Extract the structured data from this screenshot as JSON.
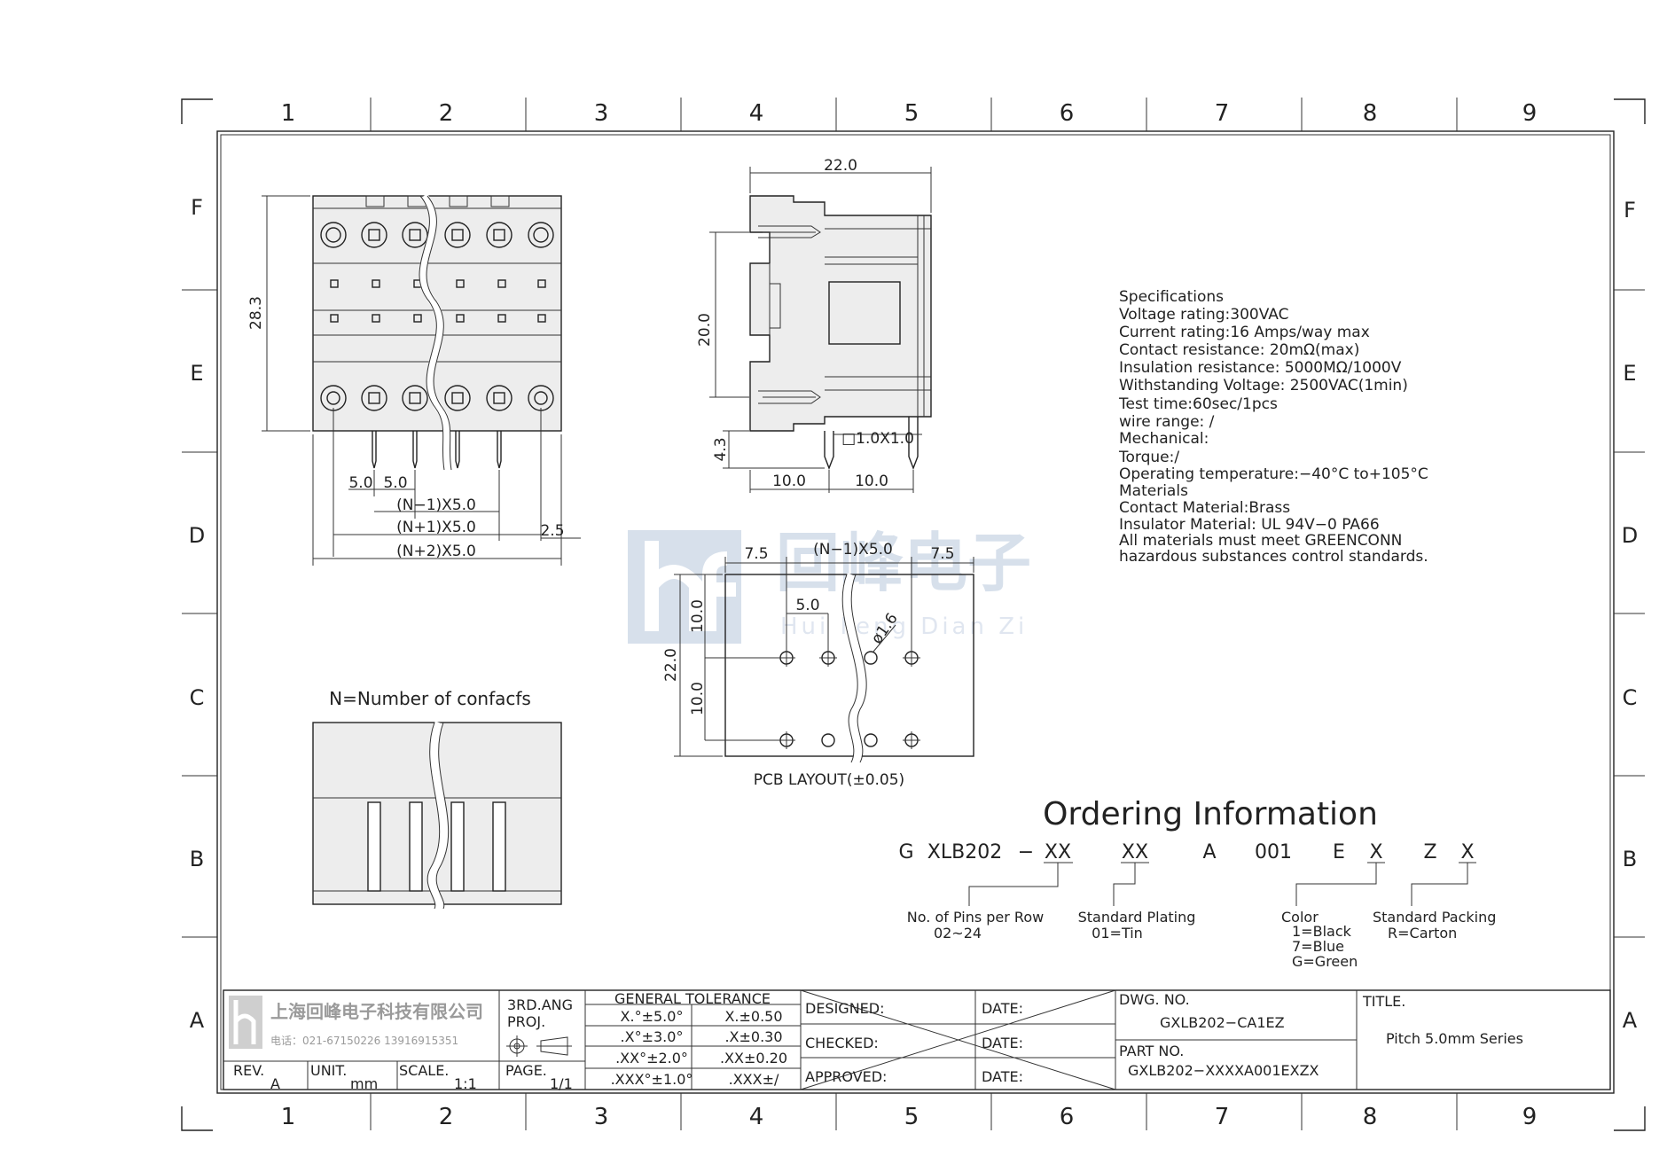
{
  "frame": {
    "columns": [
      "1",
      "2",
      "3",
      "4",
      "5",
      "6",
      "7",
      "8",
      "9"
    ],
    "rows": [
      "F",
      "E",
      "D",
      "C",
      "B",
      "A"
    ]
  },
  "watermark": {
    "company_cn": "回峰电子",
    "company_pinyin": "Hui Feng Dian Zi",
    "logo_text": "hf"
  },
  "front_view": {
    "height": "28.3",
    "pitch_a": "5.0",
    "pitch_b": "5.0",
    "n_minus_1": "(N−1)X5.0",
    "n_plus_1": "(N+1)X5.0",
    "n_plus_2": "(N+2)X5.0",
    "offset": "2.5"
  },
  "side_view": {
    "width": "22.0",
    "height": "20.0",
    "pin_len": "4.3",
    "pin_size": "□1.0X1.0",
    "spacing_a": "10.0",
    "spacing_b": "10.0"
  },
  "pcb": {
    "left_margin": "7.5",
    "span": "(N−1)X5.0",
    "right_margin": "7.5",
    "pitch": "5.0",
    "hole": "ø1.6",
    "height_total": "22.0",
    "row_a": "10.0",
    "row_b": "10.0",
    "caption": "PCB LAYOUT(±0.05)"
  },
  "bottom_view": {
    "note": "N=Number of confacfs"
  },
  "specs": [
    "Specifications",
    "Voltage rating:300VAC",
    "Current rating:16 Amps/way max",
    "Contact resistance: 20mΩ(max)",
    "Insulation resistance: 5000MΩ/1000V",
    "Withstanding Voltage: 2500VAC(1min)",
    "Test time:60sec/1pcs",
    "wire range: /",
    "Mechanical:",
    "Torque:/",
    "Operating temperature:−40°C to+105°C",
    "Materials",
    "Contact Material:Brass",
    "Insulator Material: UL 94V−0 PA66",
    "All materials must meet GREENCONN",
    "hazardous substances control standards."
  ],
  "ordering": {
    "title": "Ordering Information",
    "code_parts": [
      "G",
      "XLB202",
      "−",
      "XX",
      "XX",
      "A",
      "001",
      "E",
      "X",
      "Z",
      "X"
    ],
    "pins_label": "No. of Pins per Row",
    "pins_range": "02~24",
    "plating_label": "Standard Plating",
    "plating_value": "01=Tin",
    "color_label": "Color",
    "color_values": [
      "1=Black",
      "7=Blue",
      "G=Green"
    ],
    "packing_label": "Standard Packing",
    "packing_value": "R=Carton"
  },
  "title_block": {
    "company": "上海回峰电子科技有限公司",
    "phone": "电话：021-67150226  13916915351",
    "projection": "3RD.ANG",
    "projection_2": "PROJ.",
    "tolerance_title": "GENERAL TOLERANCE",
    "tolerances": [
      [
        "X.°±5.0°",
        "X.±0.50"
      ],
      [
        ".X°±3.0°",
        ".X±0.30"
      ],
      [
        ".XX°±2.0°",
        ".XX±0.20"
      ],
      [
        ".XXX°±1.0°",
        ".XXX±/"
      ]
    ],
    "rev_label": "REV.",
    "rev_value": "A",
    "unit_label": "UNIT.",
    "unit_value": "mm",
    "scale_label": "SCALE.",
    "scale_value": "1:1",
    "page_label": "PAGE.",
    "page_value": "1/1",
    "designed": "DESIGNED:",
    "checked": "CHECKED:",
    "approved": "APPROVED:",
    "date": "DATE:",
    "dwg_label": "DWG. NO.",
    "dwg_value": "GXLB202−CA1EZ",
    "part_label": "PART NO.",
    "part_value": "GXLB202−XXXXA001EXZX",
    "title_label": "TITLE.",
    "title_value": "Pitch 5.0mm Series"
  }
}
